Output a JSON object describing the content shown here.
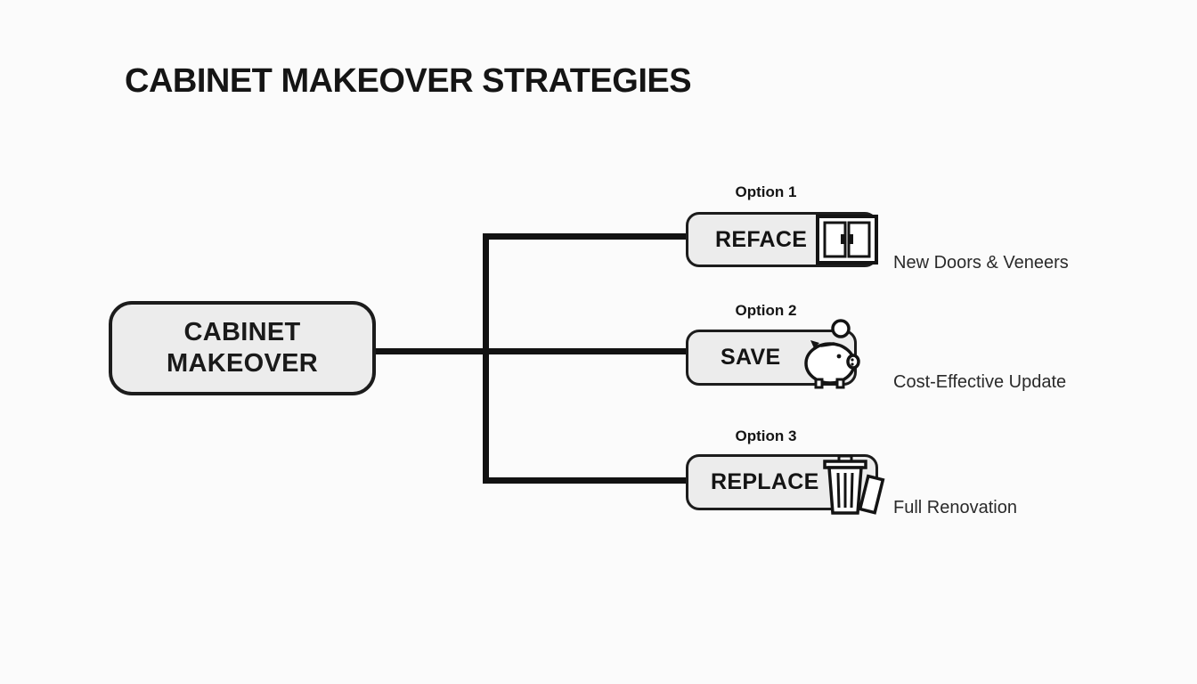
{
  "page": {
    "title": "CABINET MAKEOVER STRATEGIES"
  },
  "root": {
    "label": "CABINET MAKEOVER"
  },
  "options": [
    {
      "tag": "Option 1",
      "label": "REFACE",
      "icon": "cabinet-icon",
      "description": "New Doors & Veneers"
    },
    {
      "tag": "Option 2",
      "label": "SAVE",
      "icon": "piggy-bank-icon",
      "description": "Cost-Effective Update"
    },
    {
      "tag": "Option 3",
      "label": "REPLACE",
      "icon": "trash-can-icon",
      "description": "Full Renovation"
    }
  ],
  "colors": {
    "background": "#fbfbfb",
    "node_fill": "#ececec",
    "stroke": "#1c1c1c",
    "connector": "#121212",
    "text": "#1a1a1a",
    "description_text": "#2a2a2a"
  }
}
